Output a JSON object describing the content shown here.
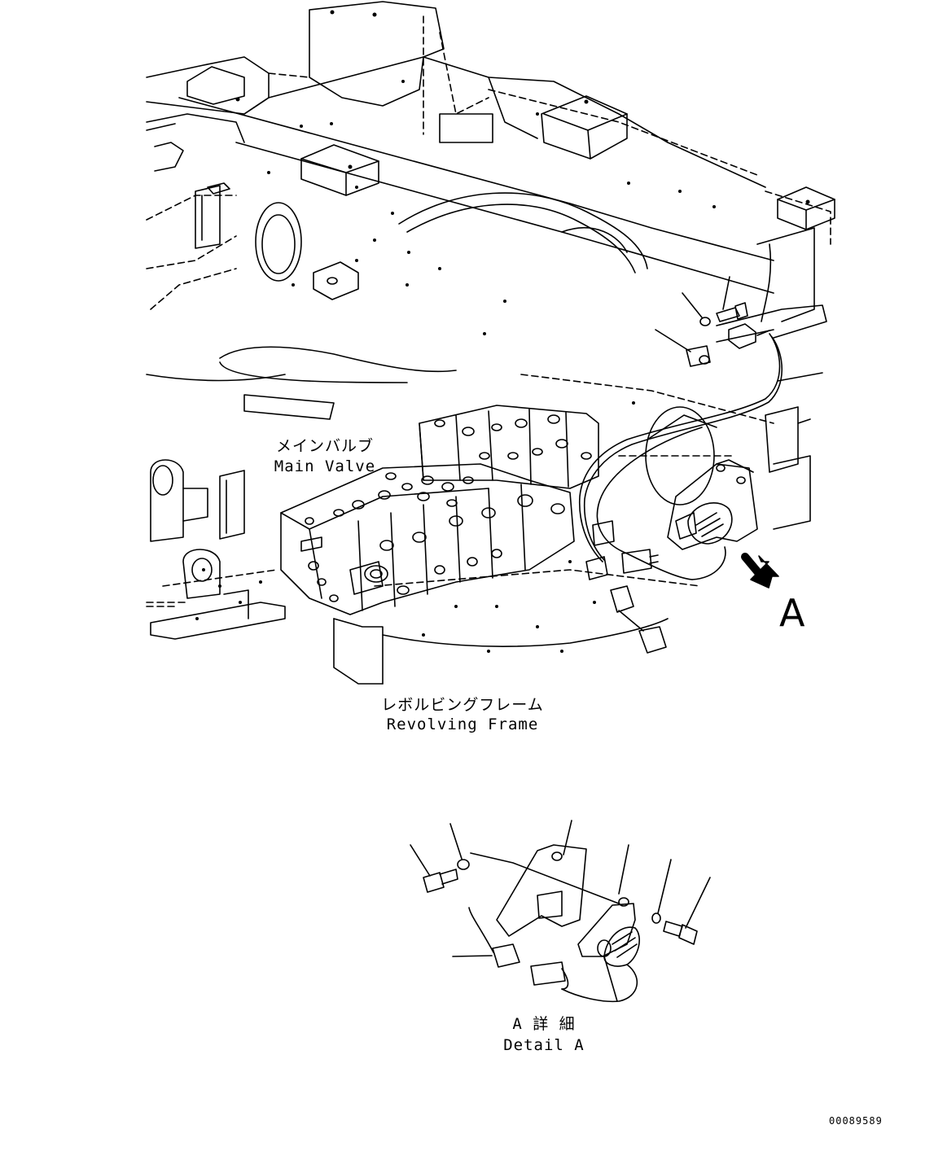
{
  "labels": {
    "main_valve_jp": "メインバルブ",
    "main_valve_en": "Main Valve",
    "revolving_frame_jp": "レボルビングフレーム",
    "revolving_frame_en": "Revolving Frame",
    "view_marker": "A",
    "detail_jp": "A 詳 細",
    "detail_en": "Detail A",
    "drawing_code": "00089589"
  }
}
